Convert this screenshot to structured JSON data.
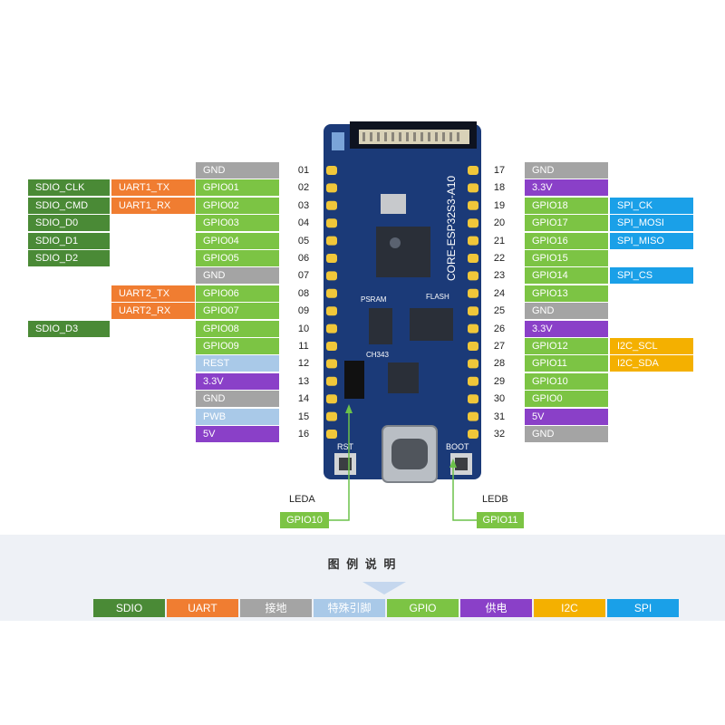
{
  "left_pins": [
    {
      "num": "01",
      "label": "GND",
      "type": "gnd"
    },
    {
      "num": "02",
      "label": "GPIO01",
      "type": "gpio",
      "alt1": {
        "label": "UART1_TX",
        "type": "uart"
      },
      "alt2": {
        "label": "SDIO_CLK",
        "type": "sdio"
      }
    },
    {
      "num": "03",
      "label": "GPIO02",
      "type": "gpio",
      "alt1": {
        "label": "UART1_RX",
        "type": "uart"
      },
      "alt2": {
        "label": "SDIO_CMD",
        "type": "sdio"
      }
    },
    {
      "num": "04",
      "label": "GPIO03",
      "type": "gpio",
      "alt2": {
        "label": "SDIO_D0",
        "type": "sdio"
      }
    },
    {
      "num": "05",
      "label": "GPIO04",
      "type": "gpio",
      "alt2": {
        "label": "SDIO_D1",
        "type": "sdio"
      }
    },
    {
      "num": "06",
      "label": "GPIO05",
      "type": "gpio",
      "alt2": {
        "label": "SDIO_D2",
        "type": "sdio"
      }
    },
    {
      "num": "07",
      "label": "GND",
      "type": "gnd"
    },
    {
      "num": "08",
      "label": "GPIO06",
      "type": "gpio",
      "alt1": {
        "label": "UART2_TX",
        "type": "uart"
      }
    },
    {
      "num": "09",
      "label": "GPIO07",
      "type": "gpio",
      "alt1": {
        "label": "UART2_RX",
        "type": "uart"
      }
    },
    {
      "num": "10",
      "label": "GPIO08",
      "type": "gpio",
      "alt2": {
        "label": "SDIO_D3",
        "type": "sdio"
      }
    },
    {
      "num": "11",
      "label": "GPIO09",
      "type": "gpio"
    },
    {
      "num": "12",
      "label": "REST",
      "type": "special"
    },
    {
      "num": "13",
      "label": "3.3V",
      "type": "power"
    },
    {
      "num": "14",
      "label": "GND",
      "type": "gnd"
    },
    {
      "num": "15",
      "label": "PWB",
      "type": "special"
    },
    {
      "num": "16",
      "label": "5V",
      "type": "power"
    }
  ],
  "right_pins": [
    {
      "num": "17",
      "label": "GND",
      "type": "gnd"
    },
    {
      "num": "18",
      "label": "3.3V",
      "type": "power"
    },
    {
      "num": "19",
      "label": "GPIO18",
      "type": "gpio",
      "alt1": {
        "label": "SPI_CK",
        "type": "spi"
      }
    },
    {
      "num": "20",
      "label": "GPIO17",
      "type": "gpio",
      "alt1": {
        "label": "SPI_MOSI",
        "type": "spi"
      }
    },
    {
      "num": "21",
      "label": "GPIO16",
      "type": "gpio",
      "alt1": {
        "label": "SPI_MISO",
        "type": "spi"
      }
    },
    {
      "num": "22",
      "label": "GPIO15",
      "type": "gpio"
    },
    {
      "num": "23",
      "label": "GPIO14",
      "type": "gpio",
      "alt1": {
        "label": "SPI_CS",
        "type": "spi"
      }
    },
    {
      "num": "24",
      "label": "GPIO13",
      "type": "gpio"
    },
    {
      "num": "25",
      "label": "GND",
      "type": "gnd"
    },
    {
      "num": "26",
      "label": "3.3V",
      "type": "power"
    },
    {
      "num": "27",
      "label": "GPIO12",
      "type": "gpio",
      "alt1": {
        "label": "I2C_SCL",
        "type": "i2c"
      }
    },
    {
      "num": "28",
      "label": "GPIO11",
      "type": "gpio",
      "alt1": {
        "label": "I2C_SDA",
        "type": "i2c"
      }
    },
    {
      "num": "29",
      "label": "GPIO10",
      "type": "gpio"
    },
    {
      "num": "30",
      "label": "GPIO0",
      "type": "gpio"
    },
    {
      "num": "31",
      "label": "5V",
      "type": "power"
    },
    {
      "num": "32",
      "label": "GND",
      "type": "gnd"
    }
  ],
  "board": {
    "silk_title": "CORE-ESP32S3-A10",
    "psram": "PSRAM",
    "flash": "FLASH",
    "ch343": "CH343",
    "rst": "RST",
    "boot": "BOOT"
  },
  "leds": {
    "a": {
      "name": "LEDA",
      "gpio": "GPIO10"
    },
    "b": {
      "name": "LEDB",
      "gpio": "GPIO11"
    }
  },
  "legend": {
    "title": "图 例 说 明",
    "items": [
      {
        "label": "SDIO",
        "type": "sdio"
      },
      {
        "label": "UART",
        "type": "uart"
      },
      {
        "label": "接地",
        "type": "gnd"
      },
      {
        "label": "特殊引脚",
        "type": "special"
      },
      {
        "label": "GPIO",
        "type": "gpio"
      },
      {
        "label": "供电",
        "type": "power"
      },
      {
        "label": "I2C",
        "type": "i2c"
      },
      {
        "label": "SPI",
        "type": "spi"
      }
    ]
  },
  "colors": {
    "sdio": "#4a8a36",
    "uart": "#f07d31",
    "gnd": "#a4a4a4",
    "special": "#a9c9e8",
    "gpio": "#7cc444",
    "power": "#8a40c8",
    "i2c": "#f4b000",
    "spi": "#1aa0e8",
    "board": "#1b3a78"
  }
}
